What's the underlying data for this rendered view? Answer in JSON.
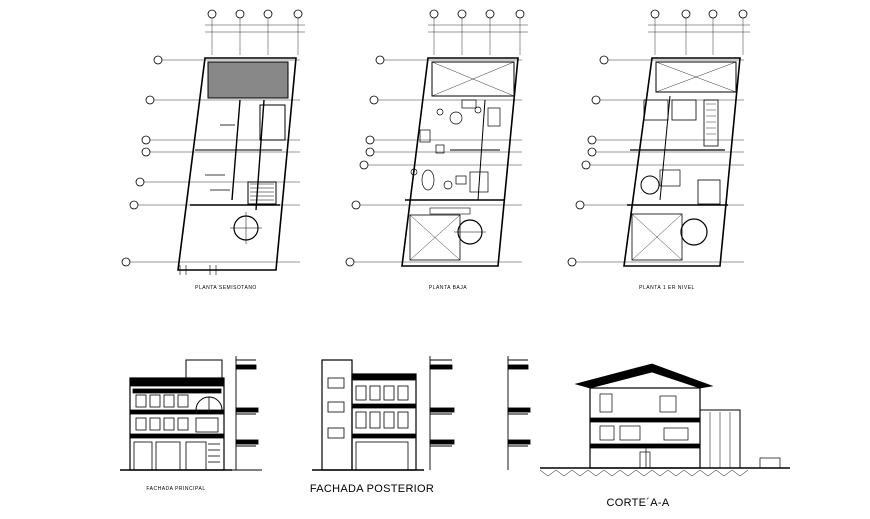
{
  "drawing": {
    "plans": [
      {
        "title": "PLANTA SEMISOTANO"
      },
      {
        "title": "PLANTA BAJA"
      },
      {
        "title": "PLANTA 1 ER NIVEL"
      }
    ],
    "elevations": [
      {
        "title": "FACHADA PRINCIPAL"
      },
      {
        "title": "FACHADA POSTERIOR"
      },
      {
        "title": "CORTE´A-A"
      }
    ]
  }
}
